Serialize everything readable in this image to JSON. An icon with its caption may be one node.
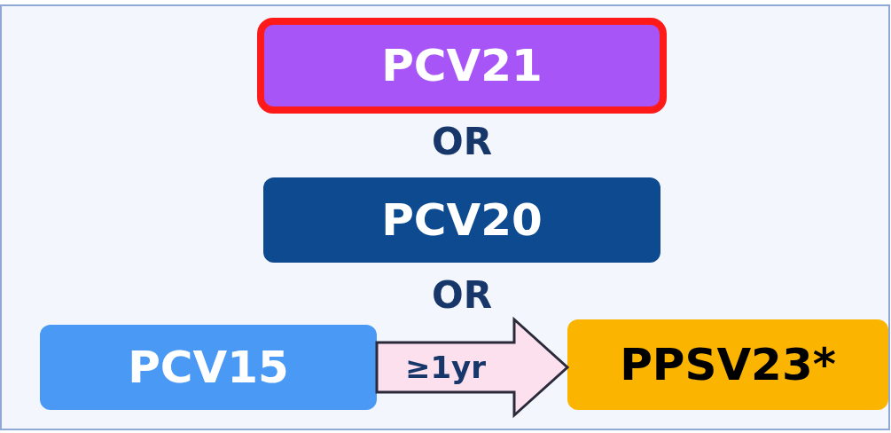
{
  "diagram": {
    "nodes": [
      {
        "text": [
          "PCV21"
        ]
      },
      {
        "text": [
          "PCV20"
        ]
      },
      {
        "text": [
          "PCV15"
        ]
      },
      {
        "text": [
          "PPSV23*"
        ]
      }
    ],
    "edges": [
      {
        "from": 2,
        "to": 3,
        "arrow": "to",
        "label": "≥1yr"
      }
    ],
    "labels": [
      "OR",
      "OR"
    ]
  }
}
